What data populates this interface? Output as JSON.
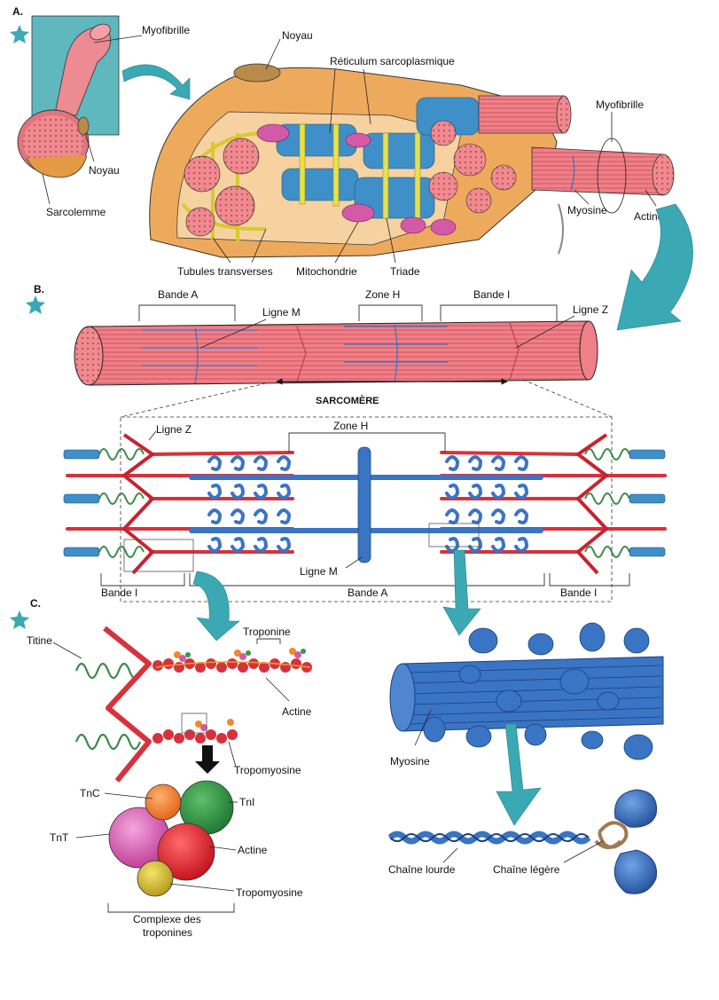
{
  "sections": {
    "a": "A.",
    "b": "B.",
    "c": "C."
  },
  "panel_a": {
    "myofibrille_small": "Myofibrille",
    "noyau_small": "Noyau",
    "sarcolemme": "Sarcolemme",
    "noyau": "Noyau",
    "reticulum": "Réticulum sarcoplasmique",
    "myofibrille": "Myofibrille",
    "myosine": "Myosine",
    "actine": "Actine",
    "tubules": "Tubules transverses",
    "mitochondrie": "Mitochondrie",
    "triade": "Triade"
  },
  "panel_b": {
    "bande_a": "Bande A",
    "zone_h": "Zone H",
    "bande_i": "Bande I",
    "ligne_m": "Ligne M",
    "ligne_z": "Ligne Z",
    "sarcomere": "SARCOMÈRE",
    "zone_h_2": "Zone H",
    "ligne_z_2": "Ligne Z",
    "ligne_m_2": "Ligne M",
    "bande_i_left": "Bande I",
    "bande_a_2": "Bande A",
    "bande_i_right": "Bande I"
  },
  "panel_c": {
    "titine": "Titine",
    "troponine": "Troponine",
    "actine": "Actine",
    "tropomyosine": "Tropomyosine",
    "tnc": "TnC",
    "tni": "TnI",
    "tnt": "TnT",
    "actine_2": "Actine",
    "tropomyosine_2": "Tropomyosine",
    "complexe_1": "Complexe des",
    "complexe_2": "troponines",
    "myosine": "Myosine",
    "chaine_lourde": "Chaîne lourde",
    "chaine_legere": "Chaîne légère"
  },
  "colors": {
    "teal": "#3aa9b4",
    "muscle_red": "#e8707a",
    "sarcoplasm_orange": "#eeaa5c",
    "tubule_blue": "#3f8fc8",
    "tubule_yellow": "#e7e04a",
    "mito_pink": "#d45aa8",
    "myosin_blue": "#3a74c4",
    "actin_red": "#d7323c",
    "titin_green": "#3d8a4a"
  }
}
